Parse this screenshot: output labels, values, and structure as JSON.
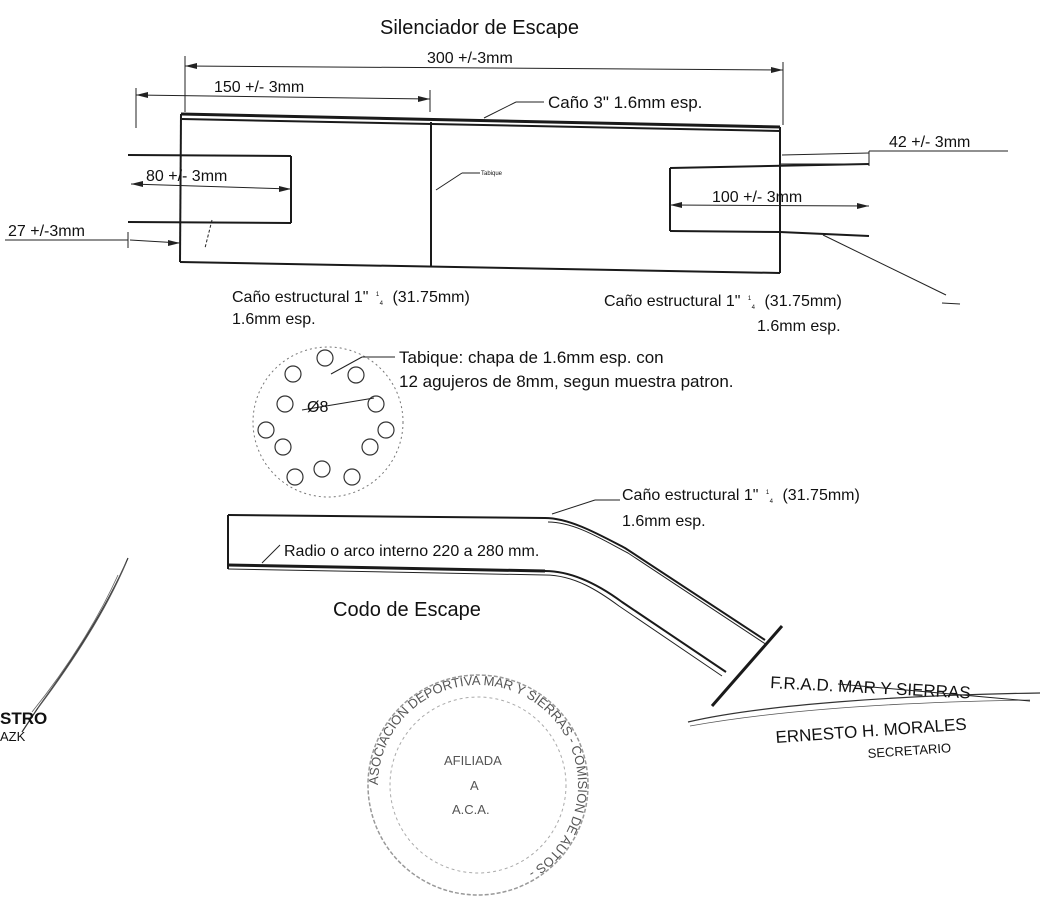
{
  "muffler": {
    "title": "Silenciador de Escape",
    "dims": {
      "overall": "300 +/-3mm",
      "half": "150 +/- 3mm",
      "inlet_len": "80 +/- 3mm",
      "outlet_len": "100 +/- 3mm",
      "outlet_offset": "42 +/- 3mm",
      "inlet_offset": "27 +/-3mm"
    },
    "labels": {
      "shell": "Caño 3\" 1.6mm esp.",
      "baffle_tag": "Tabique"
    },
    "inlet_pipe": {
      "line1_a": "Caño estructural 1\"",
      "fraction_num": "1",
      "fraction_den": "4",
      "line1_b": "(31.75mm)",
      "line2": "1.6mm esp."
    },
    "outlet_pipe": {
      "line1_a": "Caño estructural 1\"",
      "fraction_num": "1",
      "fraction_den": "4",
      "line1_b": "(31.75mm)",
      "line2": "1.6mm esp."
    }
  },
  "baffle": {
    "note_line1": "Tabique: chapa de 1.6mm esp. con",
    "note_line2": "12 agujeros de 8mm, segun muestra patron.",
    "hole_label": "Ø8",
    "hole_count": 12
  },
  "elbow": {
    "title": "Codo de Escape",
    "pipe_line1_a": "Caño estructural 1\"",
    "pipe_fraction_num": "1",
    "pipe_fraction_den": "4",
    "pipe_line1_b": "(31.75mm)",
    "pipe_line2": "1.6mm esp.",
    "radius_note": "Radio o arco interno 220 a 280 mm."
  },
  "signature_block": {
    "org": "F.R.A.D. MAR Y SIERRAS",
    "name": "ERNESTO H. MORALES",
    "role": "SECRETARIO",
    "left_fragment": "STRO",
    "left_fragment_sub": "AZK"
  },
  "stamp": {
    "ring_text": "ASOCIACION DEPORTIVA MAR Y SIERRAS - COMISION DE AUTOS -",
    "center_line1": "AFILIADA",
    "center_line2": "A",
    "center_line3": "A.C.A."
  }
}
